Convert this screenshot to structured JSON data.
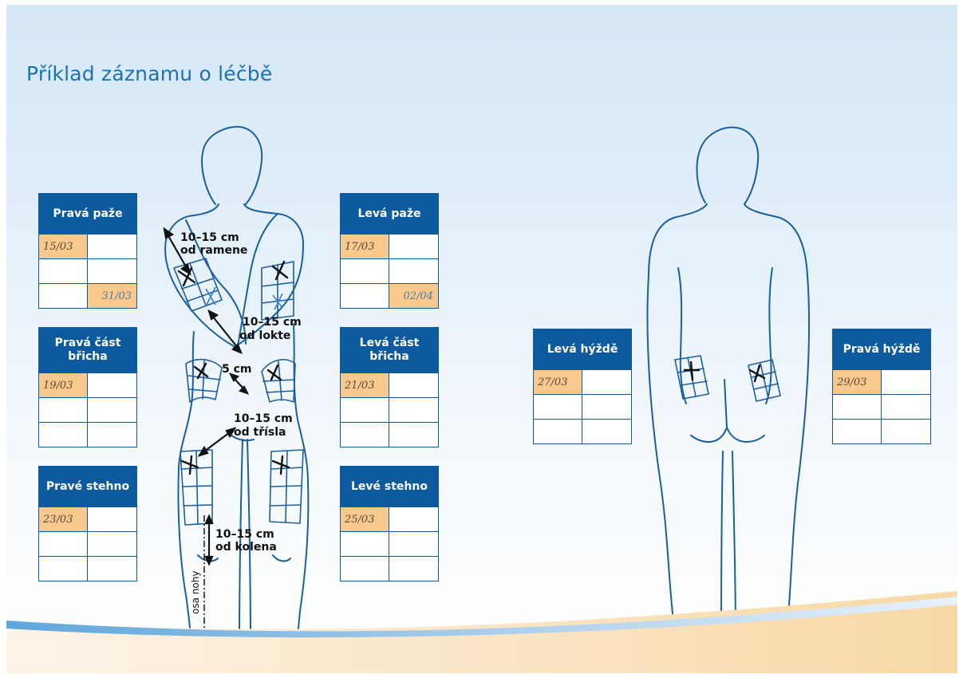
{
  "title": "Příklad záznamu o léčbě",
  "tables": [
    {
      "id": "right-arm",
      "label": "Pravá paže",
      "rows": [
        [
          "15/03",
          ""
        ],
        [
          "",
          ""
        ],
        [
          "",
          "31/03"
        ]
      ]
    },
    {
      "id": "left-arm",
      "label": "Levá paže",
      "rows": [
        [
          "17/03",
          ""
        ],
        [
          "",
          ""
        ],
        [
          "",
          "02/04"
        ]
      ]
    },
    {
      "id": "right-abdomen",
      "label": "Pravá část břicha",
      "rows": [
        [
          "19/03",
          ""
        ],
        [
          "",
          ""
        ],
        [
          "",
          ""
        ]
      ]
    },
    {
      "id": "left-abdomen",
      "label": "Levá část břicha",
      "rows": [
        [
          "21/03",
          ""
        ],
        [
          "",
          ""
        ],
        [
          "",
          ""
        ]
      ]
    },
    {
      "id": "right-thigh",
      "label": "Pravé stehno",
      "rows": [
        [
          "23/03",
          ""
        ],
        [
          "",
          ""
        ],
        [
          "",
          ""
        ]
      ]
    },
    {
      "id": "left-thigh",
      "label": "Levé stehno",
      "rows": [
        [
          "25/03",
          ""
        ],
        [
          "",
          ""
        ],
        [
          "",
          ""
        ]
      ]
    },
    {
      "id": "left-buttock",
      "label": "Levá hýždě",
      "rows": [
        [
          "27/03",
          ""
        ],
        [
          "",
          ""
        ],
        [
          "",
          ""
        ]
      ]
    },
    {
      "id": "right-buttock",
      "label": "Pravá hýždě",
      "rows": [
        [
          "29/03",
          ""
        ],
        [
          "",
          ""
        ],
        [
          "",
          ""
        ]
      ]
    }
  ],
  "annotations": {
    "shoulder": [
      "10–15 cm",
      "od ramene"
    ],
    "elbow": [
      "10–15 cm",
      "od lokte"
    ],
    "navel": "5 cm",
    "groin": [
      "10–15 cm",
      "od třísla"
    ],
    "knee": [
      "10–15 cm",
      "od kolena"
    ],
    "leg_axis": "osa nohy"
  },
  "colors": {
    "navy": "#0d5a9e",
    "outline": "#1b5f9e",
    "date_fill": "#f8c88c",
    "title": "#1f70b0"
  }
}
